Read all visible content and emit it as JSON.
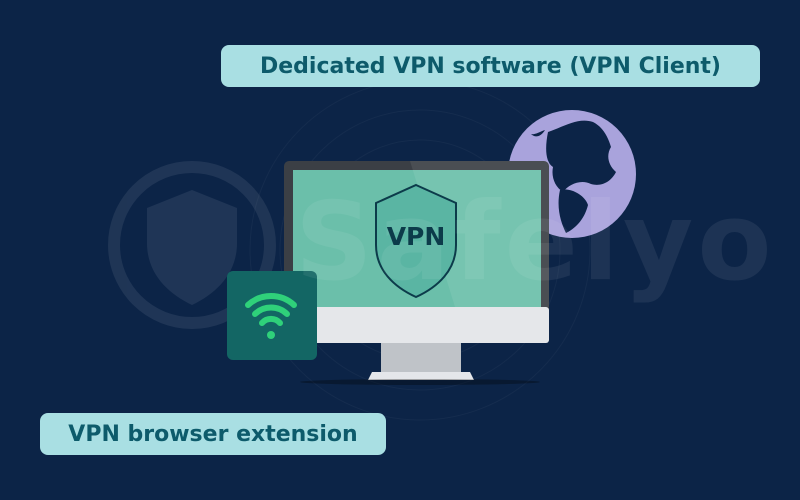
{
  "labels": {
    "client": "Dedicated VPN software (VPN Client)",
    "extension": "VPN browser extension"
  },
  "screen": {
    "shield_text": "VPN"
  },
  "watermark": {
    "brand": "Safelyo"
  },
  "colors": {
    "background": "#0c2447",
    "label_bg": "#a9dfe3",
    "label_text": "#0d5b6b",
    "screen": "#6bbfaa",
    "wifi": "#2fd17a",
    "globe": "#a9a3dc"
  }
}
